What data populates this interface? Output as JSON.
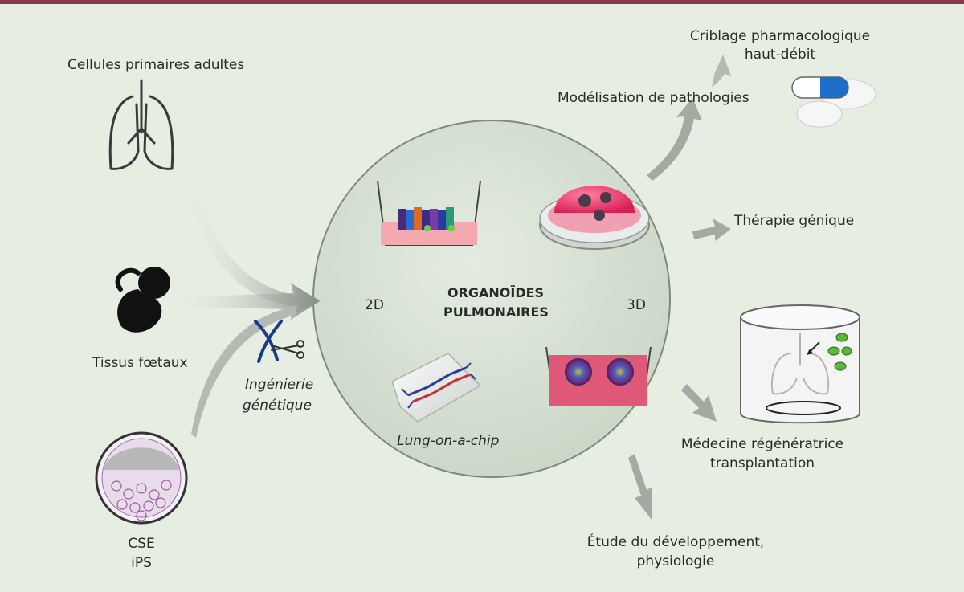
{
  "sources": {
    "adult_cells": "Cellules primaires adultes",
    "fetal_tissue": "Tissus fœtaux",
    "stem_cells": [
      "CSE",
      "iPS"
    ]
  },
  "engineering": [
    "Ingénierie",
    "génétique"
  ],
  "center": {
    "title": [
      "ORGANOÏDES",
      "PULMONAIRES"
    ],
    "left_label": "2D",
    "right_label": "3D",
    "chip_label": "Lung-on-a-chip"
  },
  "applications": {
    "screening": [
      "Criblage pharmacologique",
      "haut-débit"
    ],
    "disease_modeling": "Modélisation de pathologies",
    "gene_therapy": "Thérapie génique",
    "regenerative": [
      "Médecine régénératrice",
      "transplantation"
    ],
    "development": [
      "Étude du développement,",
      "physiologie"
    ]
  },
  "colors": {
    "background": "#e6eee2",
    "top_bar": "#8a3a4a",
    "circle_fill": "#d5e0d2",
    "medium_pink": "#f2a0a8",
    "gel_pink": "#e63c6a",
    "chip_blue": "#2a3a9a",
    "chip_red": "#c83030",
    "pill_blue": "#1e6ec8",
    "cell_green": "#5cb83a"
  },
  "icons": [
    "lungs-icon",
    "fetus-icon",
    "stem-cell-embryo-icon",
    "dna-scissors-icon",
    "pills-icon",
    "bioreactor-icon",
    "petri-dish-icon",
    "transwell-icon",
    "microfluidic-chip-icon"
  ]
}
